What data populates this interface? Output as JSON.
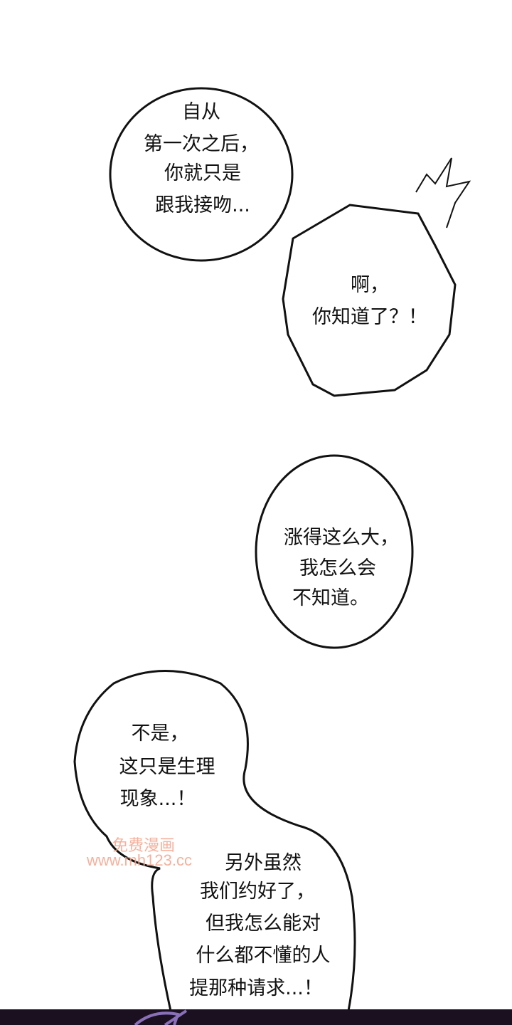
{
  "bubbles": [
    {
      "lines": [
        "自从",
        "第一次之后，",
        "你就只是",
        "跟我接吻..."
      ]
    },
    {
      "lines": [
        "啊，",
        "你知道了？！"
      ]
    },
    {
      "lines": [
        "涨得这么大，",
        "我怎么会",
        "不知道。"
      ]
    },
    {
      "lines": [
        "不是，",
        "这只是生理",
        "现象...！"
      ]
    },
    {
      "lines": [
        "另外虽然",
        "我们约好了，",
        "但我怎么能对",
        "什么都不懂的人",
        "提那种请求...！"
      ]
    }
  ],
  "watermark": {
    "line1": "免费漫画",
    "line2": "www.mh123.cc"
  },
  "colors": {
    "ink": "#111111",
    "watermark": "#f3a48c",
    "bottom_band": "#1a1020"
  }
}
